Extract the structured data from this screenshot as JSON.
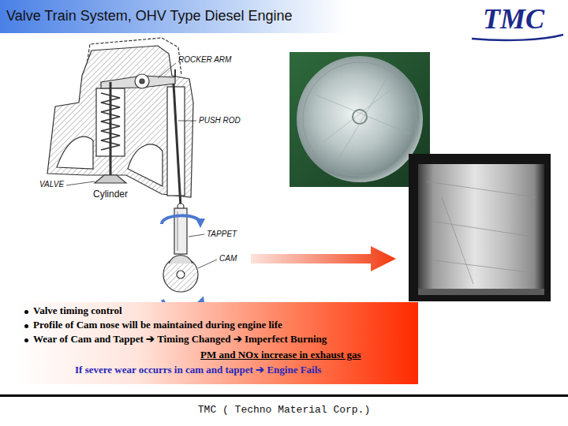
{
  "diagram": {
    "title": "Valve Train System, OHV Type Diesel Engine",
    "nodes": [
      {
        "text": [
          "Valve timing control",
          "Profile of Cam nose will be maintained during engine life",
          "Wear of Cam and Tappet ➔ Timing Changed ➔ Imperfect Burning",
          "PM and NOx increase in exhaust gas",
          "If severe wear occurrs in cam and tappet ➔ Engine Fails"
        ]
      }
    ],
    "labels": [
      "ROCKER ARM",
      "PUSH ROD",
      "VALVE",
      "Cylinder",
      "TAPPET",
      "CAM",
      "TMC",
      "TMC ( Techno Material Corp.)"
    ]
  }
}
